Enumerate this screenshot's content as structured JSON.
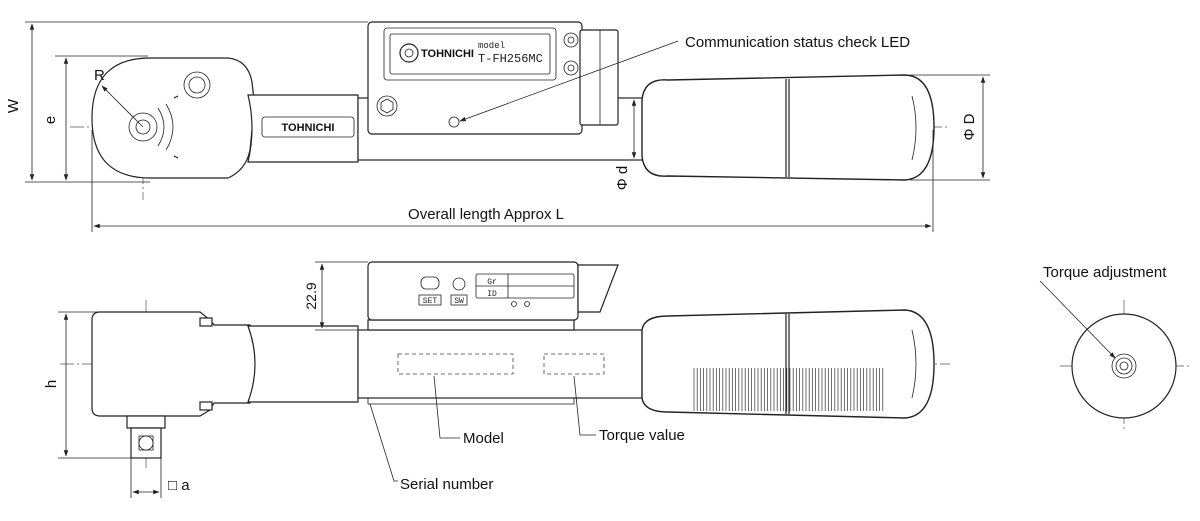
{
  "top_view": {
    "callouts": {
      "comm_led": "Communication status check LED",
      "overall_length": "Overall length Approx L"
    },
    "dims": {
      "W": "W",
      "e": "e",
      "R": "R",
      "phi_d": "Φ d",
      "phi_D": "Φ D"
    },
    "model_plate": {
      "model_word": "model",
      "model_number": "T-FH256MC",
      "brand": "TOHNICHI"
    },
    "head_brand": "TOHNICHI"
  },
  "side_view": {
    "callouts": {
      "model": "Model",
      "torque_value": "Torque value",
      "serial_number": "Serial number"
    },
    "dims": {
      "height": "22.9",
      "h": "h",
      "square_a": "□ a"
    },
    "panel": {
      "set_button": "SET",
      "sw_button": "SW",
      "gr": "Gr",
      "id": "ID"
    }
  },
  "end_view": {
    "callouts": {
      "torque_adjustment": "Torque adjustment"
    }
  }
}
